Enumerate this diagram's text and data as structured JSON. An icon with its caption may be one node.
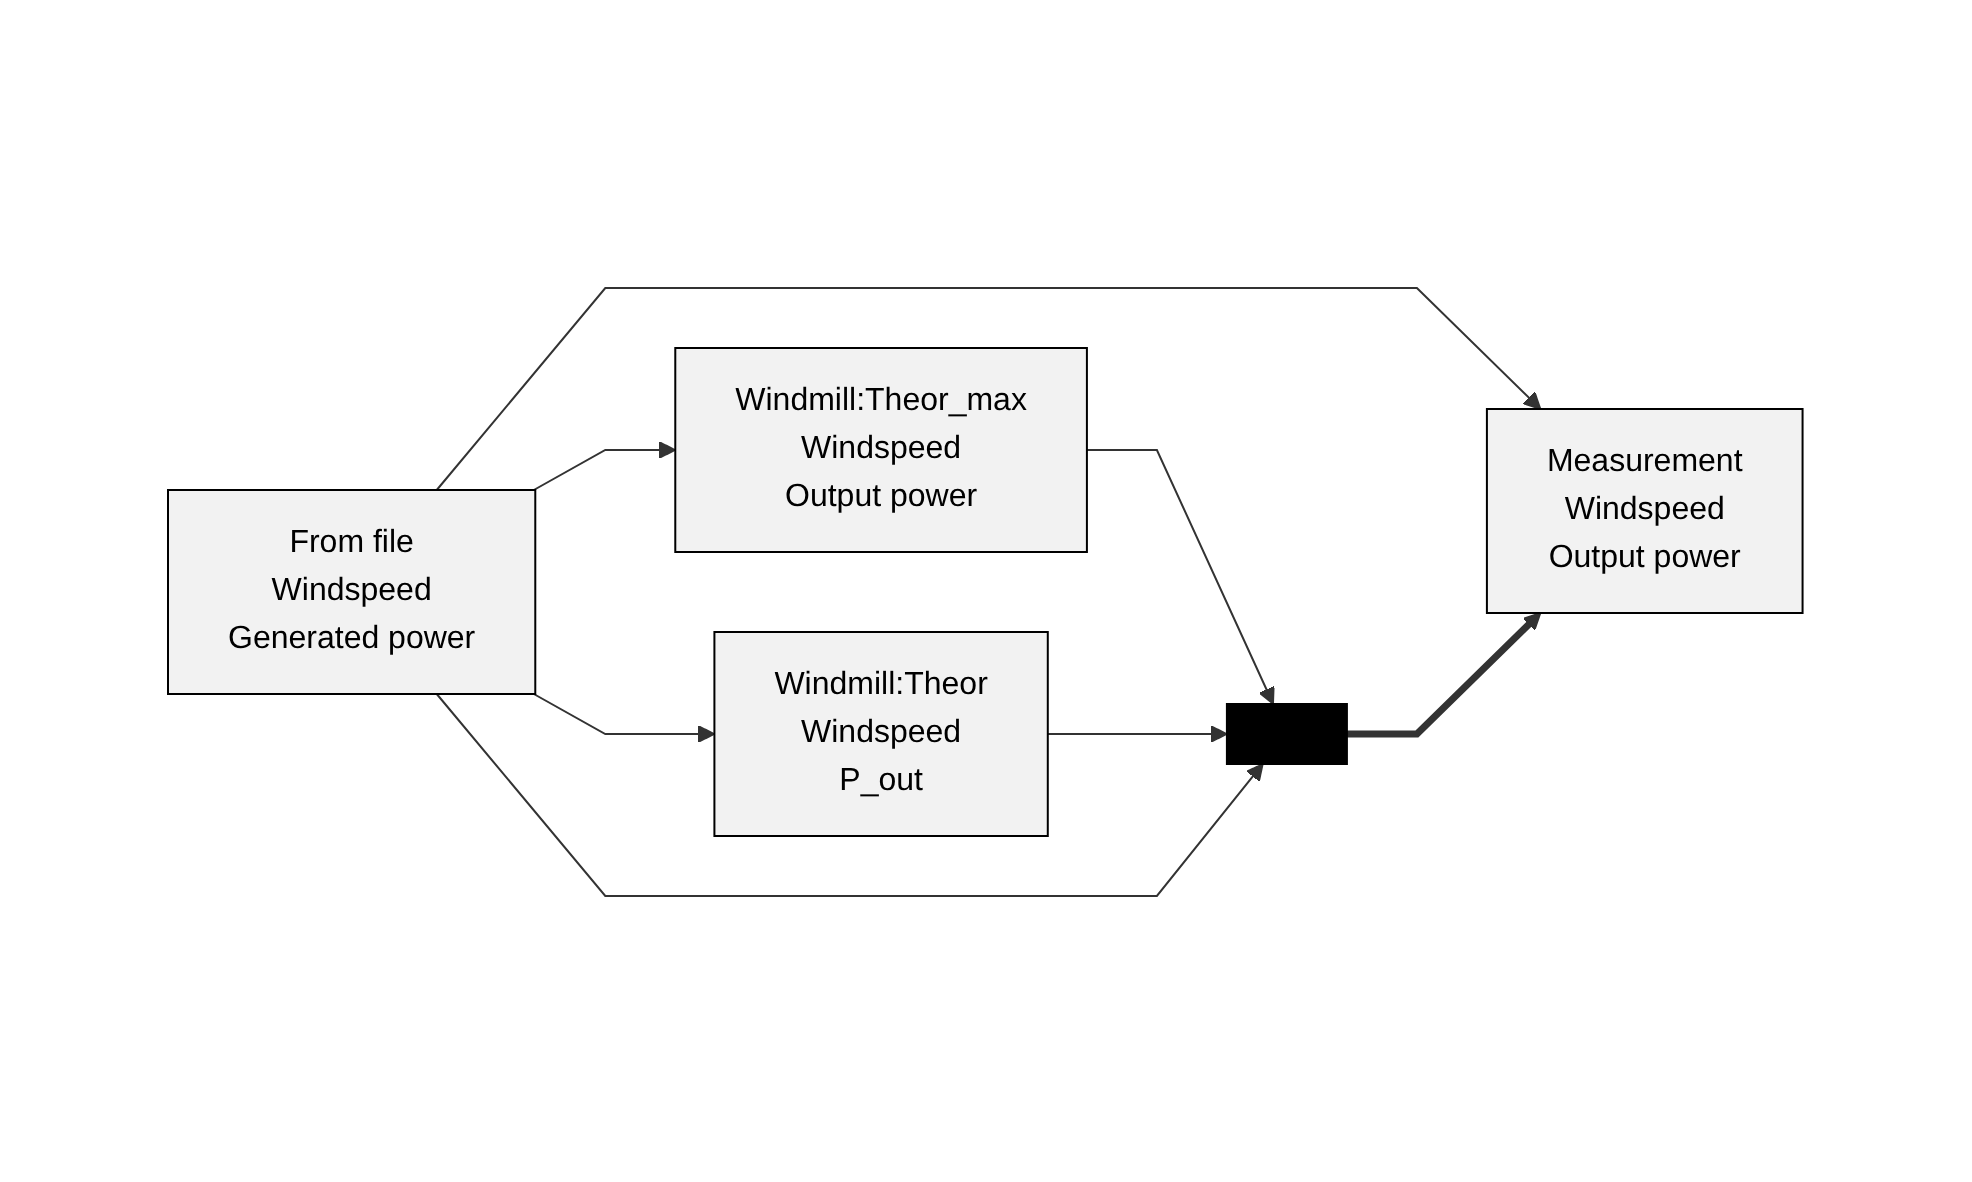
{
  "diagram": {
    "nodes": [
      {
        "text": [
          "From file",
          "Windspeed",
          "Generated power"
        ]
      },
      {
        "text": [
          "Windmill:Theor_max",
          "Windspeed",
          "Output power"
        ]
      },
      {
        "text": [
          "Windmill:Theor",
          "Windspeed",
          "P_out"
        ]
      },
      {
        "text": [],
        "shape": "bar"
      },
      {
        "text": [
          "Measurement",
          "Windspeed",
          "Output power"
        ]
      }
    ],
    "edges": [
      {
        "from": 0,
        "to": 1,
        "arrow": "to"
      },
      {
        "from": 0,
        "to": 2,
        "arrow": "to"
      },
      {
        "from": 0,
        "to": 4,
        "arrow": "to"
      },
      {
        "from": 1,
        "to": 3,
        "arrow": "to"
      },
      {
        "from": 2,
        "to": 3,
        "arrow": "to"
      },
      {
        "from": 0,
        "to": 3,
        "arrow": "to"
      },
      {
        "from": 3,
        "to": 4,
        "arrow": "to",
        "style": "thick"
      }
    ]
  }
}
